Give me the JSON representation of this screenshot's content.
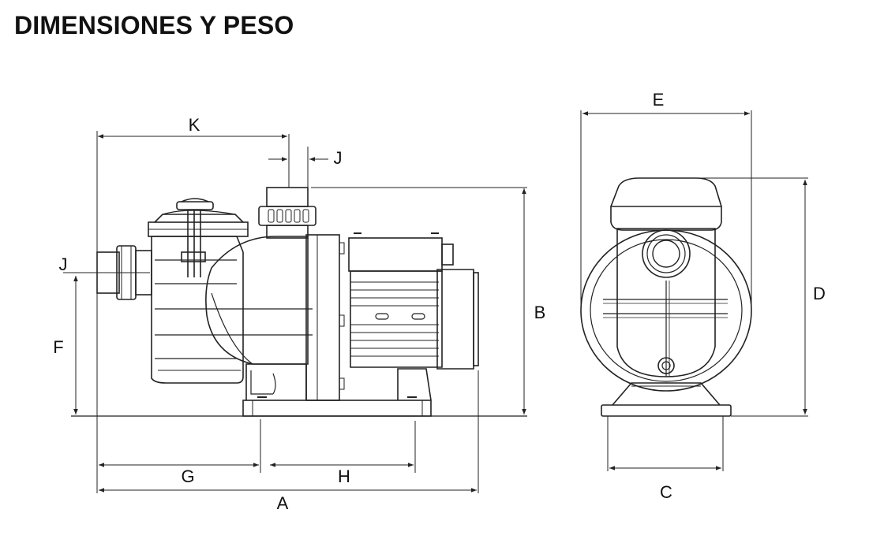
{
  "page": {
    "title": "DIMENSIONES Y PESO"
  },
  "side_view": {
    "labels": {
      "K": "K",
      "J_top": "J",
      "J_left": "J",
      "F": "F",
      "G": "G",
      "H": "H",
      "A": "A",
      "B": "B"
    }
  },
  "front_view": {
    "labels": {
      "E": "E",
      "D": "D",
      "C": "C"
    }
  }
}
